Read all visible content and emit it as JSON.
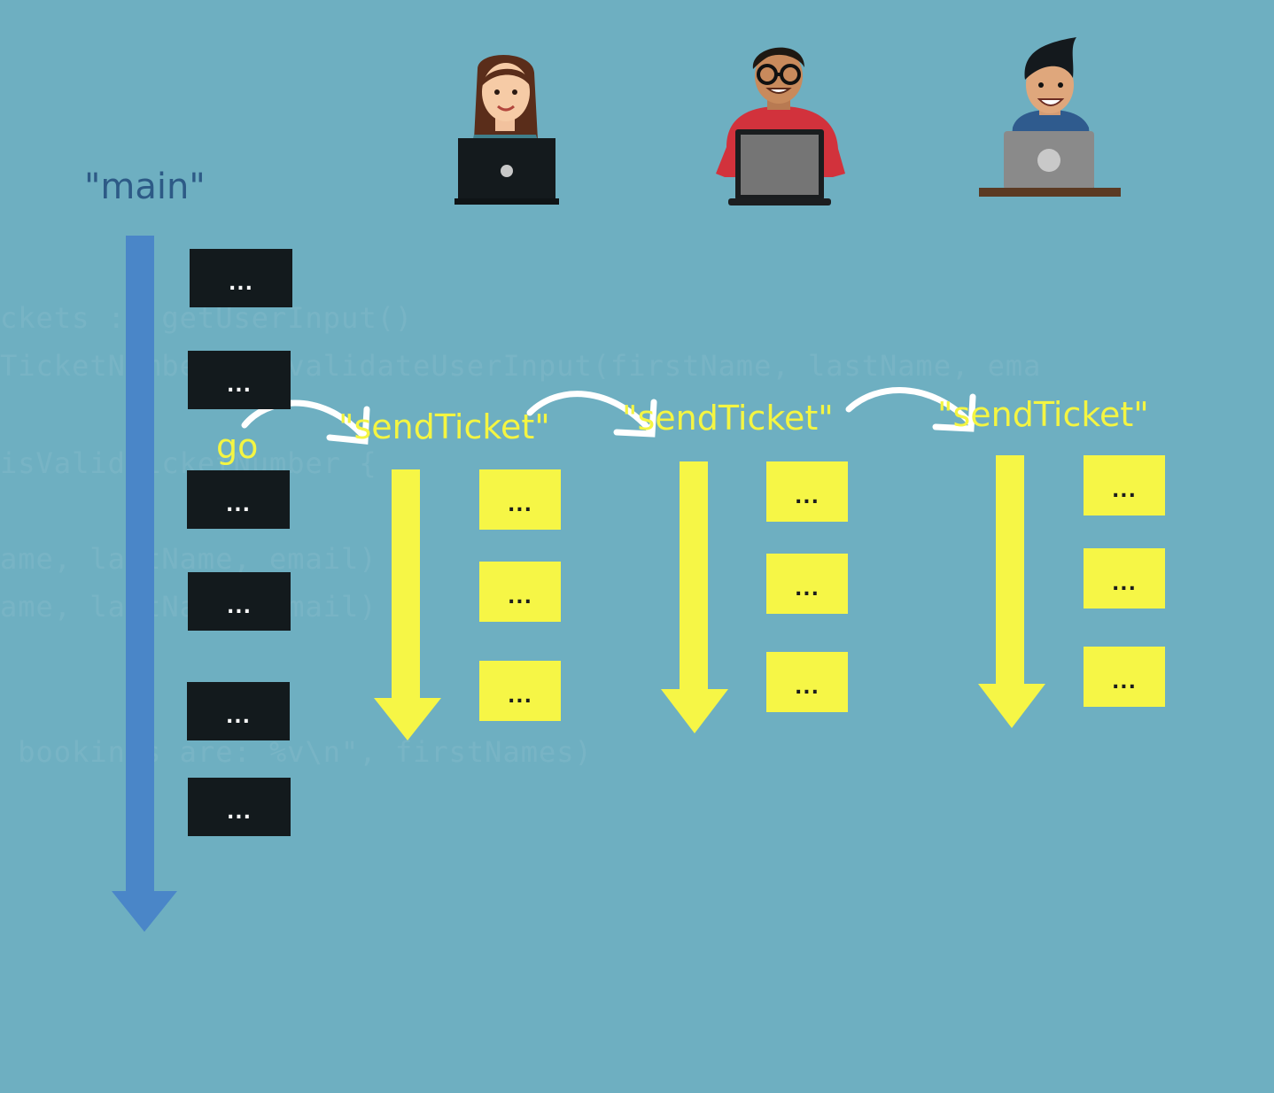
{
  "diagram": {
    "main_label": "\"main\"",
    "go_label": "go",
    "goroutines": [
      {
        "label": "\"sendTicket\"",
        "steps": [
          "...",
          "...",
          "..."
        ]
      },
      {
        "label": "\"sendTicket\"",
        "steps": [
          "...",
          "...",
          "..."
        ]
      },
      {
        "label": "\"sendTicket\"",
        "steps": [
          "...",
          "...",
          "..."
        ]
      }
    ],
    "main_steps": [
      "...",
      "...",
      "...",
      "...",
      "...",
      "..."
    ],
    "users": [
      {
        "icon": "woman-with-laptop-icon"
      },
      {
        "icon": "man-with-glasses-laptop-icon"
      },
      {
        "icon": "man-with-laptop-icon"
      }
    ]
  },
  "background_code": [
    "ckets := getUserInput()",
    "TicketNumber := validateUserInput(firstName, lastName, ema",
    "isValidTicketNumber {",
    "ame, lastName, email)",
    "ame, lastName, email)",
    " bookings are: %v\\n\", firstNames)"
  ],
  "colors": {
    "background": "#6eafc1",
    "main_arrow": "#4a86c8",
    "goroutine_arrow": "#f6f646",
    "main_box": "#131a1d",
    "routine_box": "#f6f646",
    "curve_arrow": "#ffffff"
  }
}
